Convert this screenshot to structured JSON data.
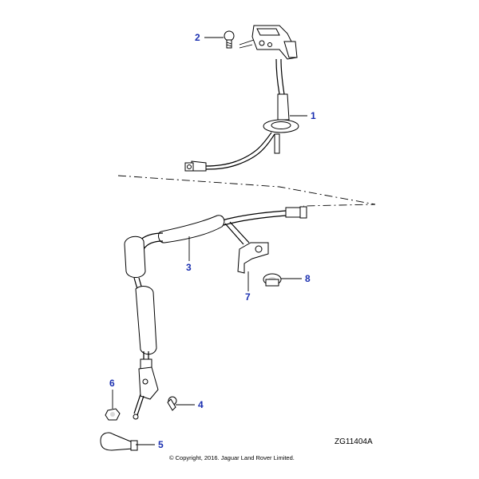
{
  "callouts": [
    {
      "id": "1",
      "label": "1"
    },
    {
      "id": "2",
      "label": "2"
    },
    {
      "id": "3",
      "label": "3"
    },
    {
      "id": "4",
      "label": "4"
    },
    {
      "id": "5",
      "label": "5"
    },
    {
      "id": "6",
      "label": "6"
    },
    {
      "id": "7",
      "label": "7"
    },
    {
      "id": "8",
      "label": "8"
    }
  ],
  "figure_code": "ZG11404A",
  "copyright": "© Copyright, 2016. Jaguar Land Rover Limited.",
  "colors": {
    "callout": "#1a2fb0",
    "line": "#000000",
    "background": "#ffffff"
  }
}
